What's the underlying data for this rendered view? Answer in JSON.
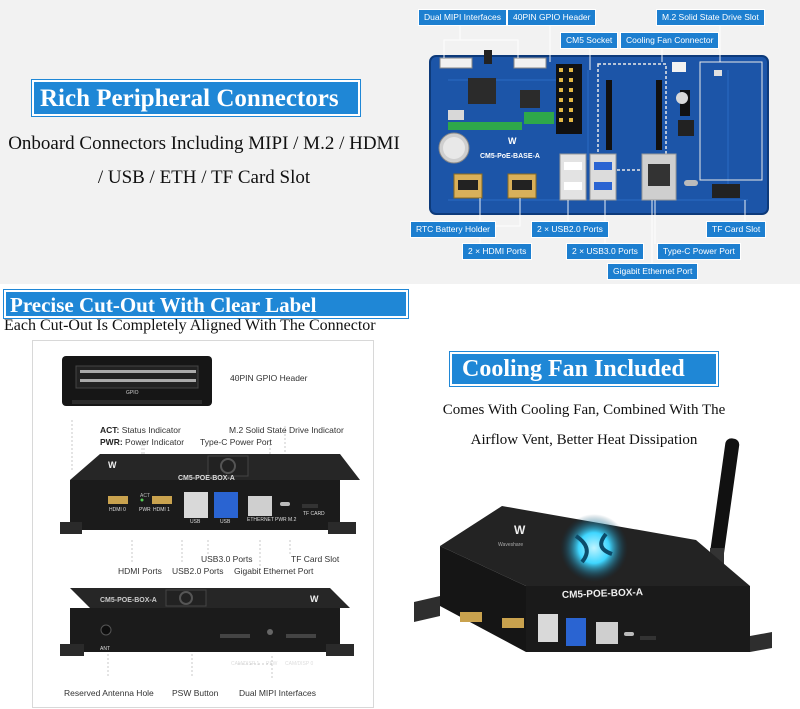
{
  "section_board": {
    "title": "Rich Peripheral Connectors",
    "desc_line1": "Onboard Connectors Including MIPI / M.2 / HDMI",
    "desc_line2": "/ USB / ETH / TF Card Slot",
    "board_label": "CM5-PoE-BASE-A",
    "callouts": {
      "dual_mipi": "Dual MIPI Interfaces",
      "gpio_header": "40PIN GPIO Header",
      "m2_slot": "M.2 Solid State Drive Slot",
      "cm5_socket": "CM5 Socket",
      "cooling_fan_connector": "Cooling Fan Connector",
      "rtc_battery": "RTC Battery Holder",
      "usb2": "2 × USB2.0 Ports",
      "tf_card": "TF Card Slot",
      "hdmi": "2 × HDMI Ports",
      "usb3": "2 × USB3.0 Ports",
      "typec": "Type-C Power Port",
      "ethernet": "Gigabit Ethernet Port"
    }
  },
  "section_cutout": {
    "title": "Precise Cut-Out With Clear Label",
    "subtitle": "Each Cut-Out Is Completely Aligned With The Connector",
    "gpio_label": "40PIN GPIO Header",
    "gpio_tag": "GPIO",
    "act_key": "ACT:",
    "act_desc": "Status Indicator",
    "pwr_key": "PWR:",
    "pwr_desc": "Power Indicator",
    "m2_indicator": "M.2 Solid State Drive Indicator",
    "typec_port": "Type-C Power Port",
    "box_model": "CM5-POE-BOX-A",
    "hdmi_ports": "HDMI Ports",
    "usb2_ports": "USB2.0 Ports",
    "usb3_ports": "USB3.0 Ports",
    "ethernet_port": "Gigabit Ethernet Port",
    "tf_slot": "TF Card Slot",
    "antenna_hole": "Reserved Antenna Hole",
    "psw_button": "PSW Button",
    "mipi_interfaces": "Dual MIPI Interfaces",
    "silk": {
      "hdmi0": "HDMI 0",
      "hdmi1": "HDMI 1",
      "act": "ACT",
      "pwr": "PWR",
      "usb": "USB",
      "ethernet": "ETHERNET",
      "pwr_m2": "PWR  M.2",
      "tf_card": "TF CARD",
      "ant": "ANT",
      "cam0": "CAM/DISP 1",
      "psw": "PSW",
      "cam1": "CAM/DISP 0"
    }
  },
  "section_fan": {
    "title": "Cooling Fan Included",
    "desc_line1": "Comes With Cooling Fan, Combined With The",
    "desc_line2": "Airflow Vent, Better Heat Dissipation",
    "box_model": "CM5-POE-BOX-A",
    "brand": "Waveshare"
  },
  "colors": {
    "banner_blue": "#1f87d6",
    "callout_blue": "#1d7fd0",
    "board_blue": "#1c55a8",
    "case_black": "#1b1b1b",
    "fan_glow": "#3fd6ff"
  }
}
